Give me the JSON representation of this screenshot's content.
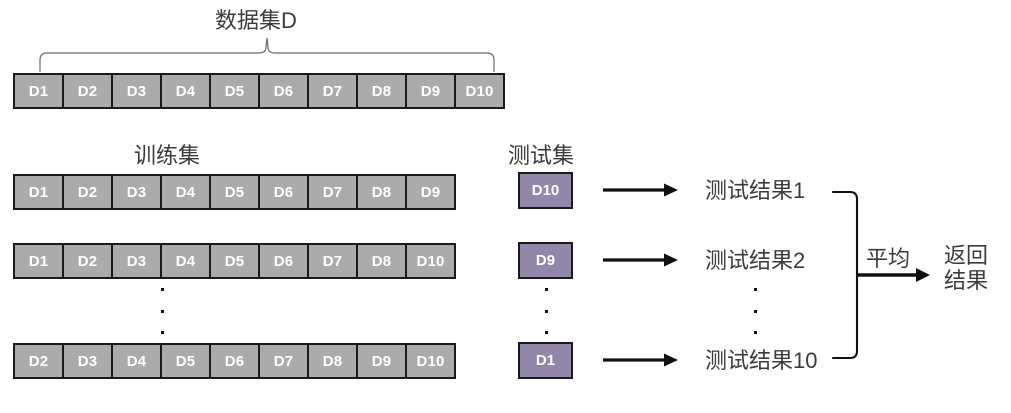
{
  "diagram": {
    "title_dataset": "数据集D",
    "label_train": "训练集",
    "label_test": "测试集",
    "label_average": "平均",
    "label_return": "返回\n结果",
    "label_return_line1": "返回",
    "label_return_line2": "结果",
    "ellipsis_glyph": "·"
  },
  "full_set": {
    "cells": [
      "D1",
      "D2",
      "D3",
      "D4",
      "D5",
      "D6",
      "D7",
      "D8",
      "D9",
      "D10"
    ]
  },
  "folds": [
    {
      "train_cells": [
        "D1",
        "D2",
        "D3",
        "D4",
        "D5",
        "D6",
        "D7",
        "D8",
        "D9"
      ],
      "test_cell": "D10",
      "result_label": "测试结果1"
    },
    {
      "train_cells": [
        "D1",
        "D2",
        "D3",
        "D4",
        "D5",
        "D6",
        "D7",
        "D8",
        "D10"
      ],
      "test_cell": "D9",
      "result_label": "测试结果2"
    },
    {
      "train_cells": [
        "D2",
        "D3",
        "D4",
        "D5",
        "D6",
        "D7",
        "D8",
        "D9",
        "D10"
      ],
      "test_cell": "D1",
      "result_label": "测试结果10"
    }
  ],
  "colors": {
    "train_box": "#ababab",
    "test_box": "#9287a8",
    "box_border": "#1a1a1a",
    "text": "#3b3b3b",
    "cell_text": "#ffffff",
    "brace": "#6b6b6b",
    "arrow": "#111111"
  }
}
